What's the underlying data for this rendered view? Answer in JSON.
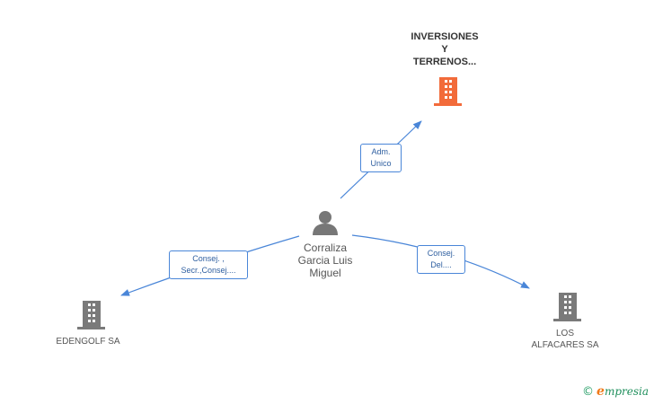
{
  "nodes": {
    "center": {
      "name_lines": [
        "Corraliza",
        "Garcia Luis",
        "Miguel"
      ],
      "icon": "person-icon",
      "color": "#777777"
    },
    "inversiones": {
      "name_lines": [
        "INVERSIONES",
        "Y",
        "TERRENOS..."
      ],
      "icon": "building-icon",
      "color": "#f26b3a"
    },
    "edengolf": {
      "name_lines": [
        "EDENGOLF SA"
      ],
      "icon": "building-icon",
      "color": "#7a7a7a"
    },
    "alfacares": {
      "name_lines": [
        "LOS",
        "ALFACARES SA"
      ],
      "icon": "building-icon",
      "color": "#7a7a7a"
    }
  },
  "edges": {
    "to_inversiones": {
      "label_lines": [
        "Adm.",
        "Unico"
      ]
    },
    "to_edengolf": {
      "label_lines": [
        "Consej. ,",
        "Secr.,Consej...."
      ]
    },
    "to_alfacares": {
      "label_lines": [
        "Consej.",
        "Del...."
      ]
    }
  },
  "colors": {
    "edge": "#4a86d8",
    "label_text": "#2f5fa0"
  },
  "footer": {
    "copyright_symbol": "©",
    "brand_initial": "e",
    "brand_rest": "mpresia"
  }
}
